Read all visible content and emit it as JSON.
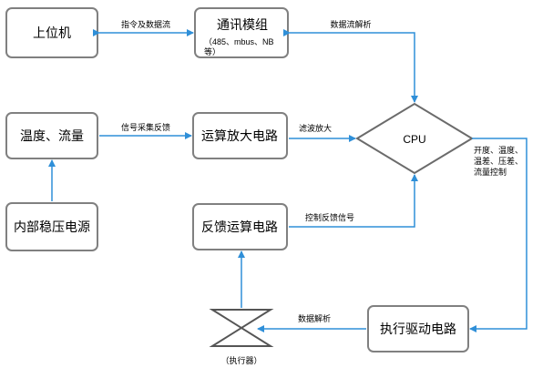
{
  "nodes": {
    "host": "上位机",
    "comm": "通讯模组",
    "comm_sub1": "（485、mbus、NB",
    "comm_sub2": "等）",
    "temp_flow": "温度、流量",
    "amp": "运算放大电路",
    "cpu": "CPU",
    "power": "内部稳压电源",
    "feedback": "反馈运算电路",
    "driver": "执行驱动电路",
    "actuator": "（执行器）"
  },
  "edges": {
    "host_comm": "指令及数据流",
    "cpu_comm": "数据流解析",
    "signal": "信号采集反馈",
    "filter": "滤波放大",
    "control_fb": "控制反馈信号",
    "cpu_out_1": "开度、温度、",
    "cpu_out_2": "温差、压差、",
    "cpu_out_3": "流量控制",
    "driver_actuator": "数据解析"
  },
  "colors": {
    "box_stroke": "#808080",
    "arrow": "#2f8fd8",
    "cpu_stroke": "#6b6b6b"
  }
}
